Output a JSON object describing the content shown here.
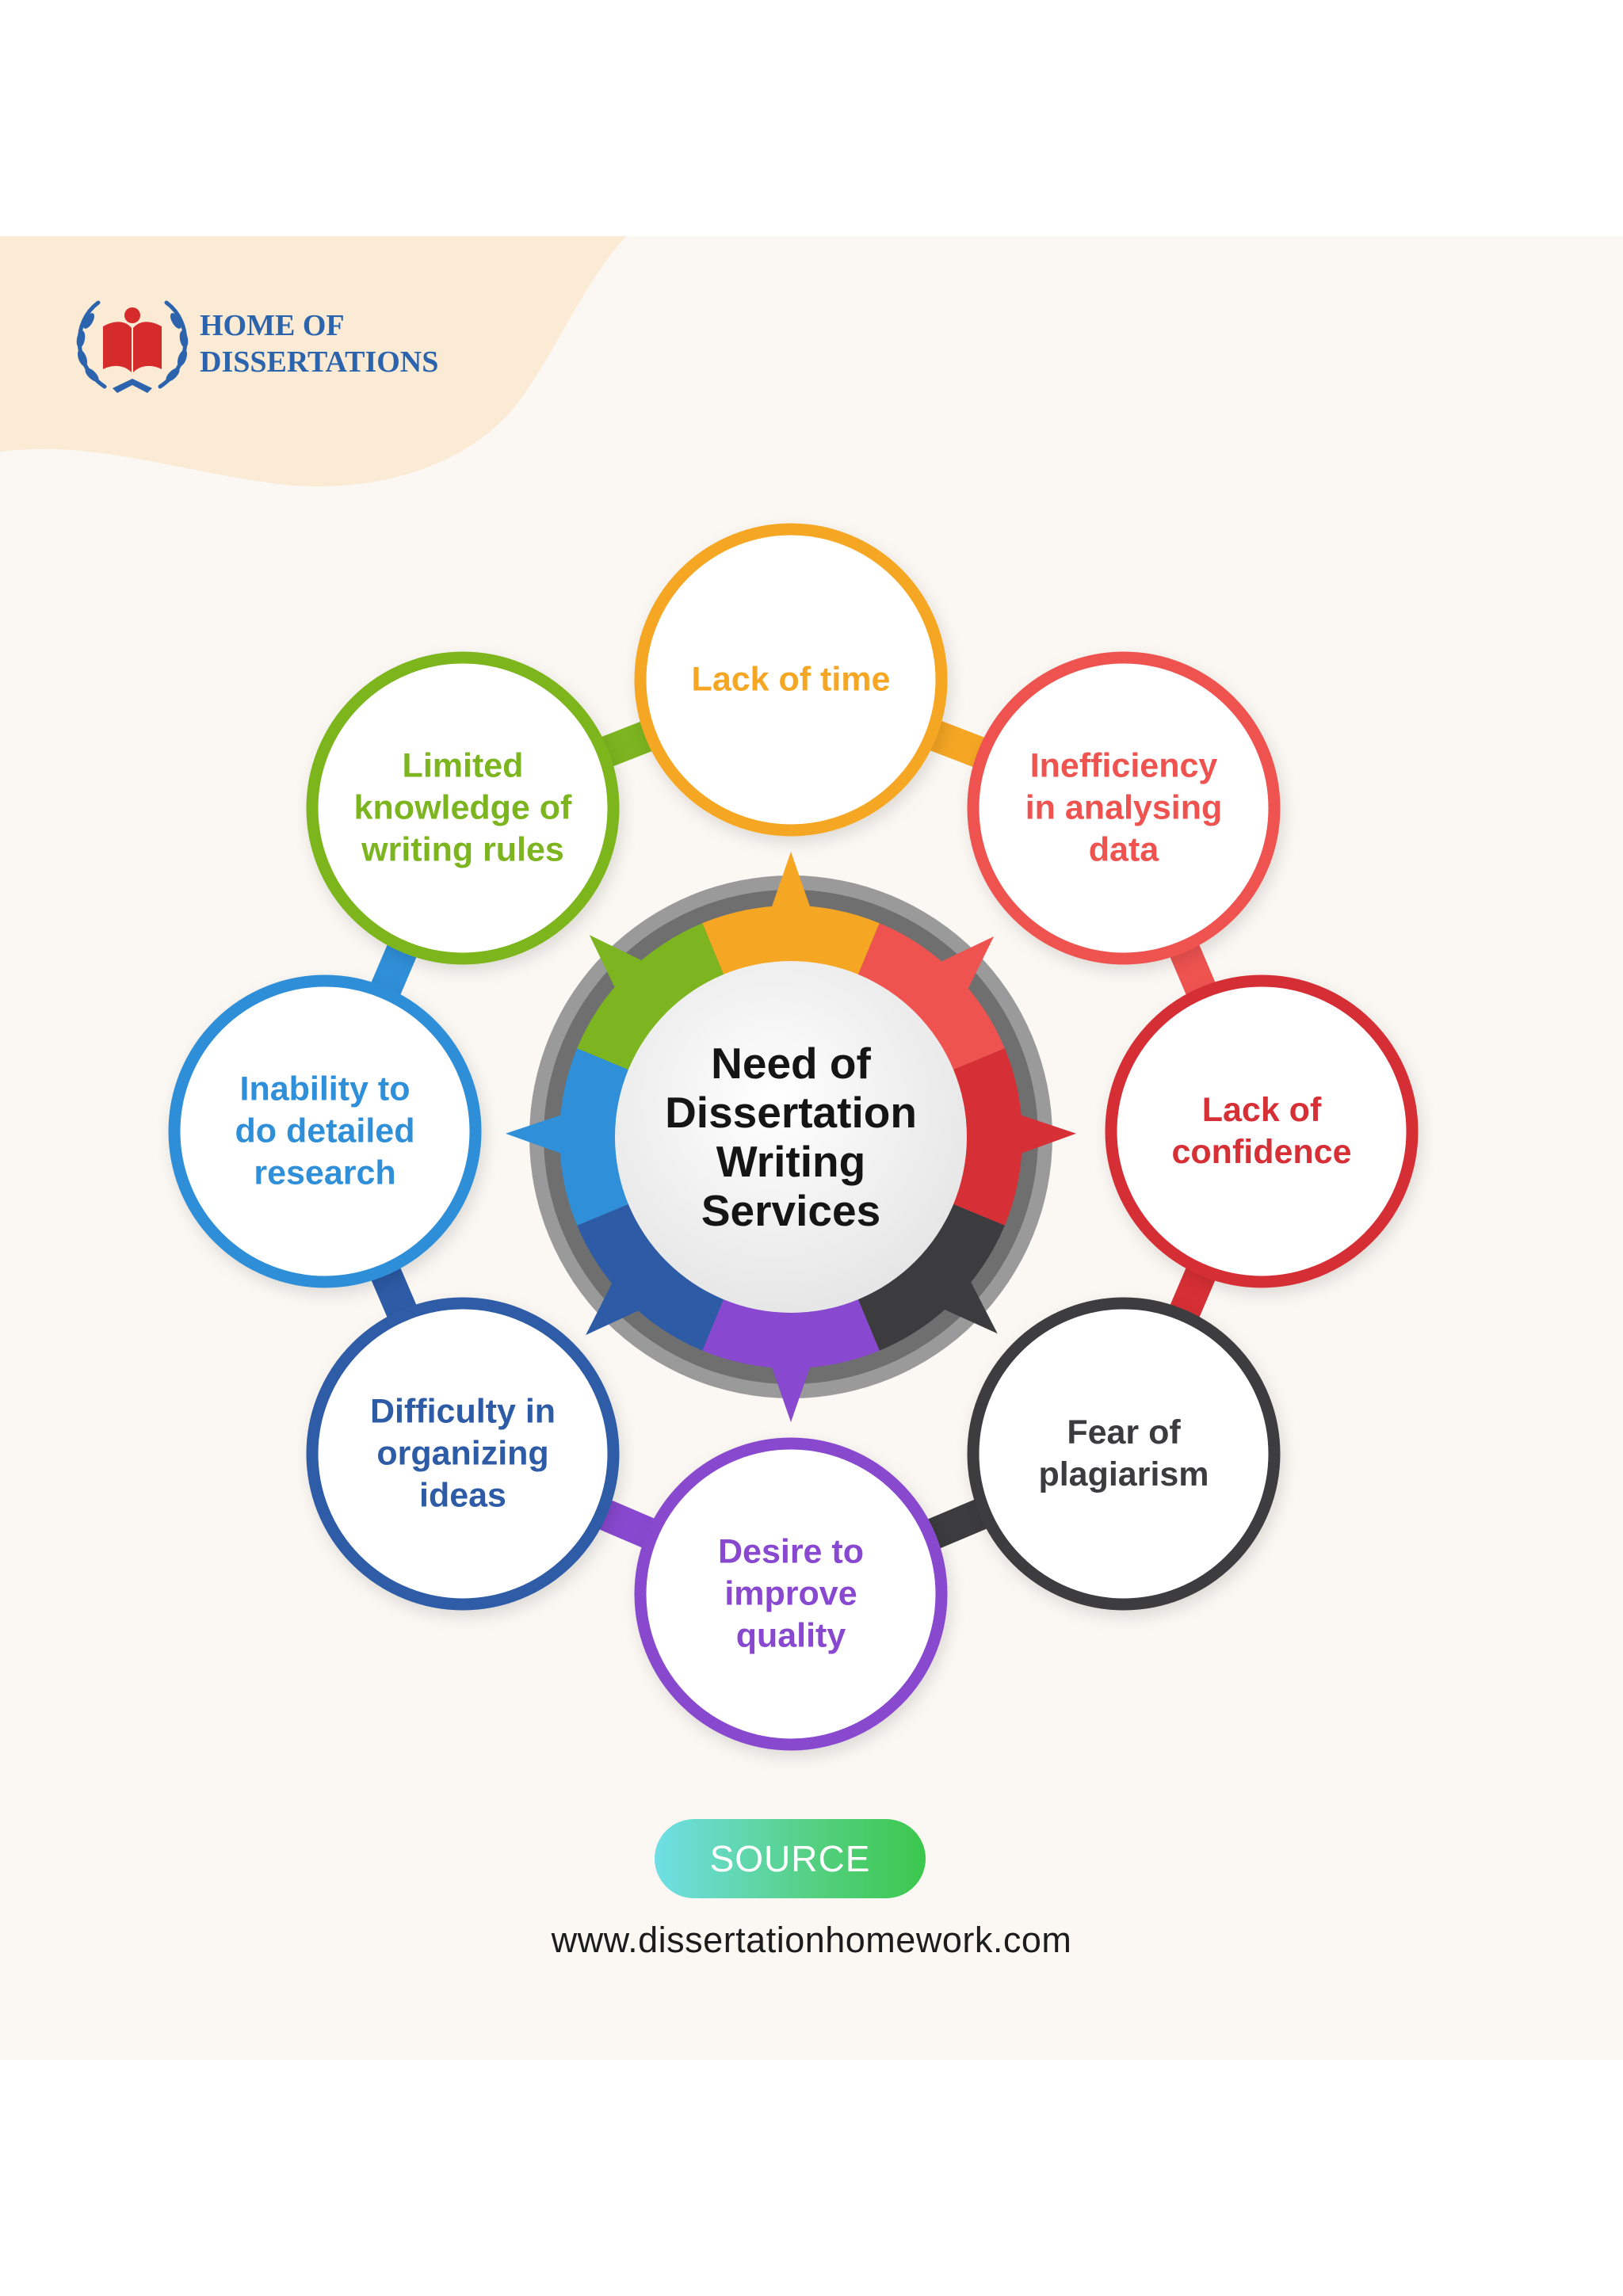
{
  "brand": {
    "line1": "HOME OF",
    "line2": "DISSERTATIONS"
  },
  "center": {
    "line1": "Need of",
    "line2": "Dissertation",
    "line3": "Writing",
    "line4": "Services"
  },
  "reasons": [
    {
      "lines": [
        "Lack of time"
      ],
      "color": "#f5a623"
    },
    {
      "lines": [
        "Inefficiency",
        "in analysing",
        "data"
      ],
      "color": "#ef5350"
    },
    {
      "lines": [
        "Lack of",
        "confidence"
      ],
      "color": "#d62f35"
    },
    {
      "lines": [
        "Fear of",
        "plagiarism"
      ],
      "color": "#3c3c3f"
    },
    {
      "lines": [
        "Desire to",
        "improve",
        "quality"
      ],
      "color": "#8848cf"
    },
    {
      "lines": [
        "Difficulty in",
        "organizing",
        "ideas"
      ],
      "color": "#2d5ba6"
    },
    {
      "lines": [
        "Inability to",
        "do detailed",
        "research"
      ],
      "color": "#2f8fd8"
    },
    {
      "lines": [
        "Limited",
        "knowledge of",
        "writing rules"
      ],
      "color": "#7cb51f"
    }
  ],
  "source": {
    "label": "SOURCE",
    "url": "www.dissertationhomework.com"
  },
  "colors": {
    "brand": "#2b63ad",
    "background": "#fbf7f3",
    "wave": "#fbebd5"
  }
}
